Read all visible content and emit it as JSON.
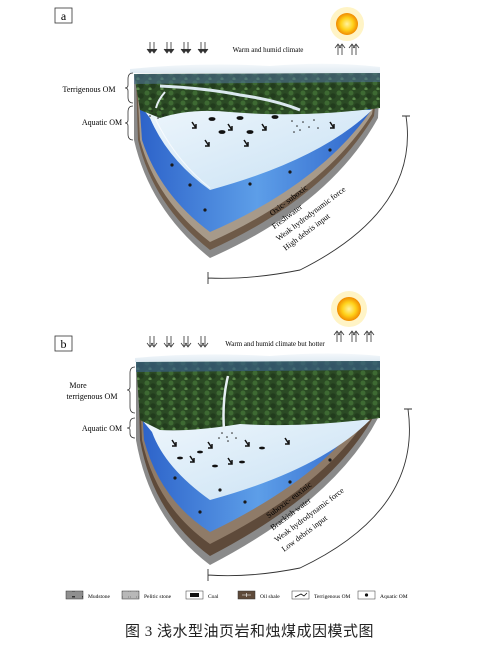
{
  "panel_a": {
    "label": "a",
    "climate": "Warm and humid climate",
    "left_labels": [
      "Terrigenous OM",
      "Aquatic OM"
    ],
    "conditions": [
      "Oxic- suboxic",
      "Freshwater",
      "Weak hydrodynamic force",
      "High debris input"
    ]
  },
  "panel_b": {
    "label": "b",
    "climate": "Warm and humid climate but hotter",
    "left_labels": [
      "More",
      "terrigenous OM",
      "Aquatic OM"
    ],
    "conditions": [
      "Suboxic- euxinic",
      "Brackish water",
      "Weak hydrodynamic force",
      "Low debris input"
    ]
  },
  "legend": [
    "Mudstone",
    "Pelitic stone",
    "Coal",
    "Oil shale",
    "Terrigenous OM",
    "Aquatic OM"
  ],
  "caption": "图 3  浅水型油页岩和烛煤成因模式图",
  "colors": {
    "forest": "#27401f",
    "water": "#cfe6f6",
    "water_edge": "#3f78d6",
    "sediment": "#7a6652",
    "sun": "#f6a800"
  }
}
